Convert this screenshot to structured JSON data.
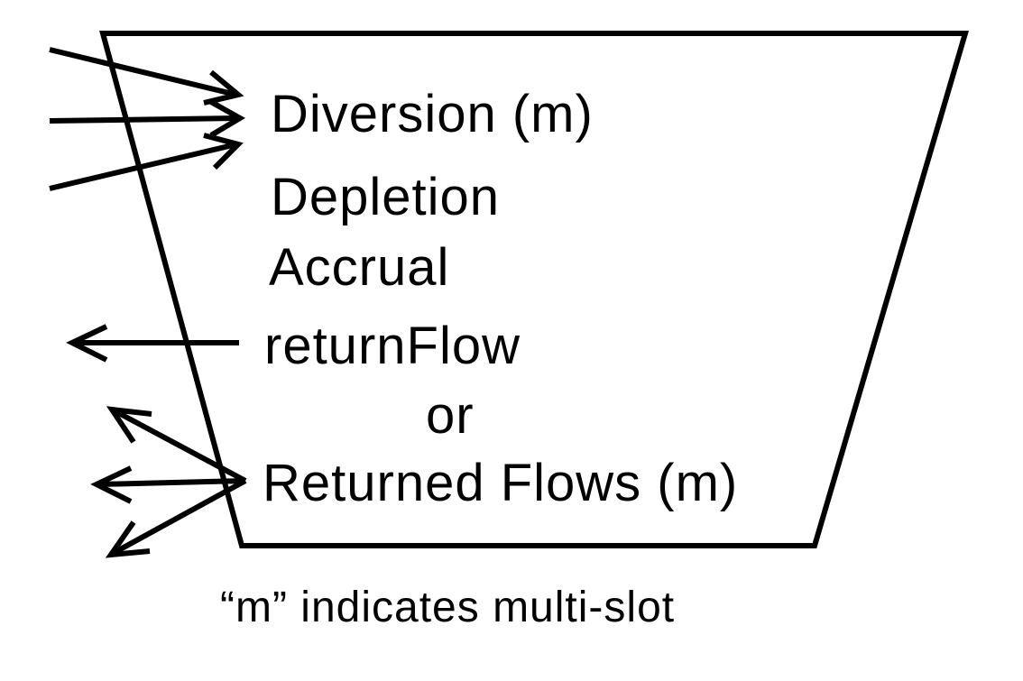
{
  "slots": {
    "diversion": "Diversion (m)",
    "depletion": "Depletion",
    "accrual": "Accrual",
    "return_flow": "returnFlow",
    "or": "or",
    "returned_flows": "Returned Flows (m)"
  },
  "footnote": "“m” indicates multi-slot",
  "colors": {
    "stroke": "#000000",
    "background": "#ffffff"
  }
}
